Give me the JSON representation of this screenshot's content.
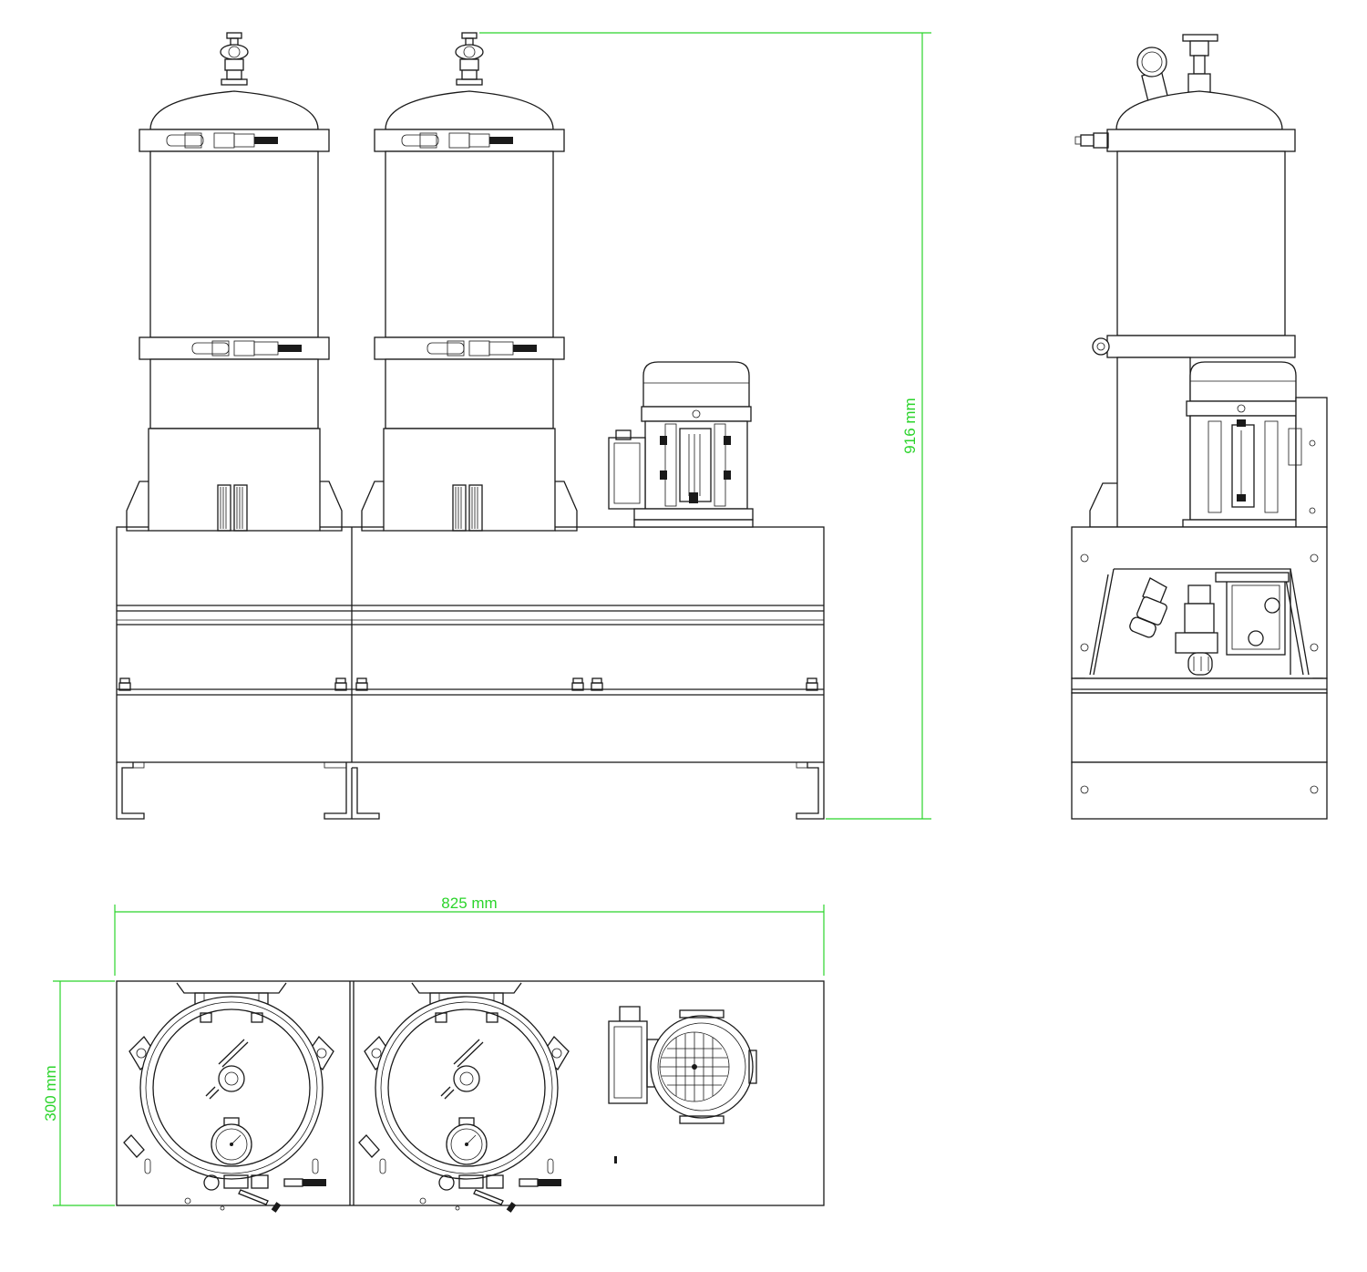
{
  "dimensions": {
    "height_label": "916 mm",
    "width_label": "825 mm",
    "depth_label": "300 mm"
  },
  "colors": {
    "dimension_lines": "#2bd42b",
    "drawing_lines": "#1a1a1a",
    "background": "#ffffff"
  },
  "views": [
    "front-elevation",
    "side-elevation",
    "top-plan"
  ]
}
